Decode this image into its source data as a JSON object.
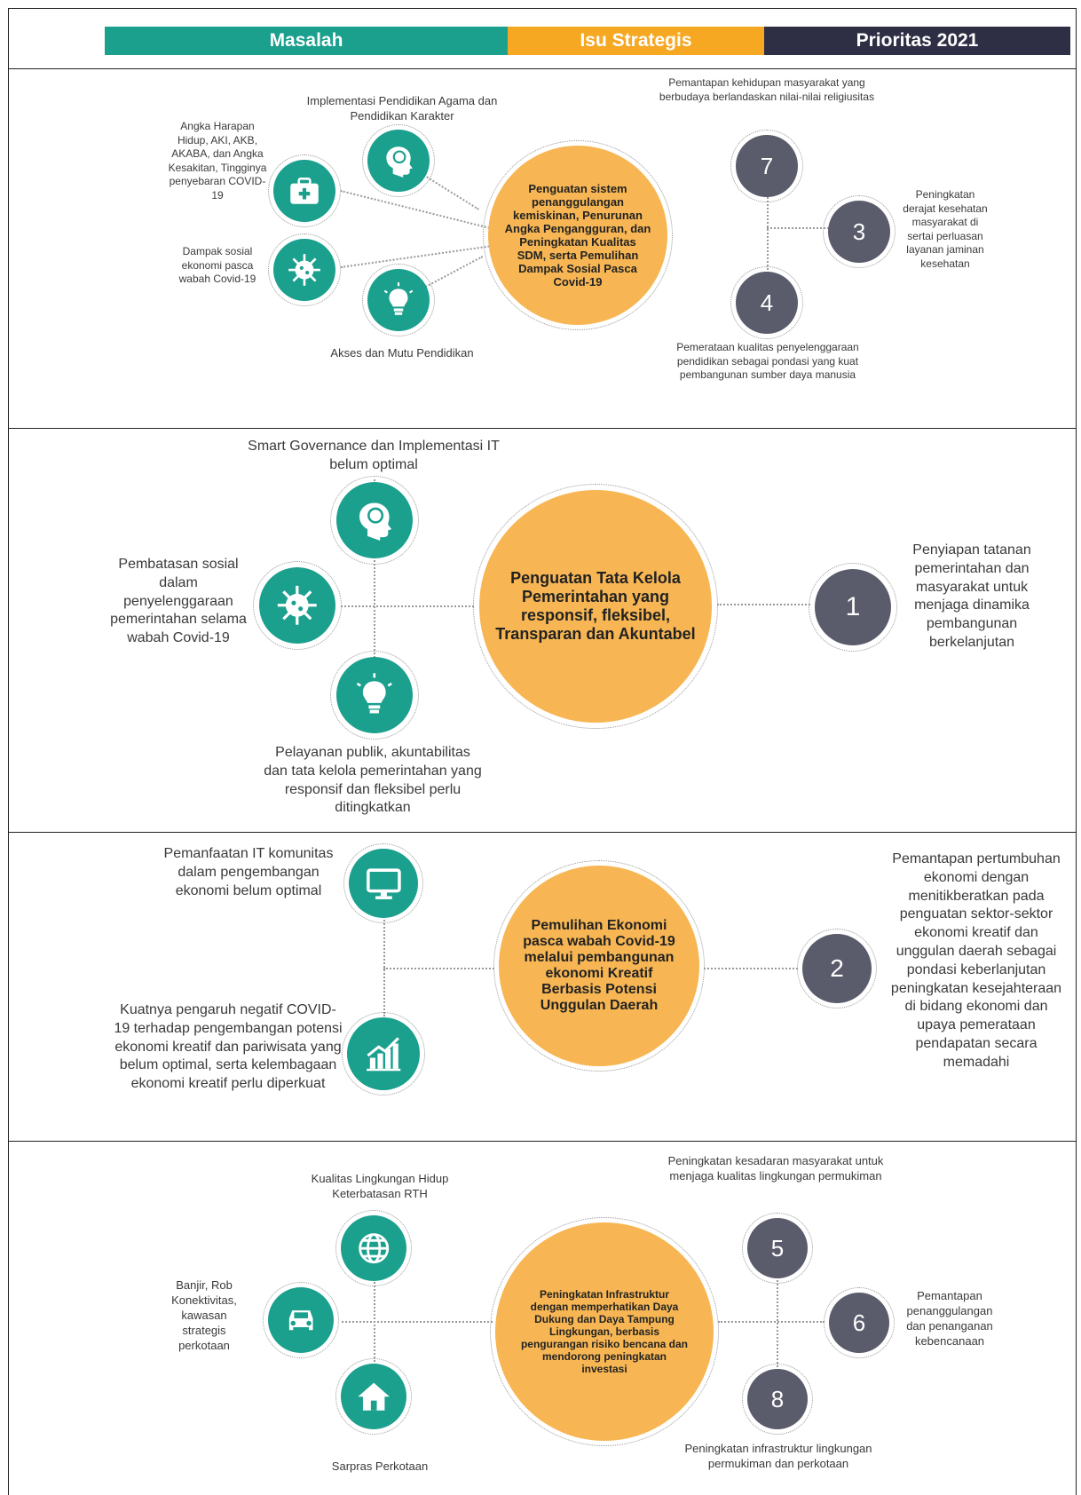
{
  "colors": {
    "teal": "#1ba08e",
    "orange": "#f7a823",
    "navy": "#2e2f45",
    "center": "#f7b653",
    "number": "#5a5b6b"
  },
  "header": {
    "masalah": "Masalah",
    "isu": "Isu Strategis",
    "prioritas": "Prioritas 2021"
  },
  "sections": [
    {
      "problems": [
        {
          "icon": "brain-icon",
          "text": "Implementasi Pendidikan Agama dan Pendidikan Karakter"
        },
        {
          "icon": "medical-kit-icon",
          "text": "Angka Harapan Hidup, AKI, AKB, AKABA, dan Angka Kesakitan, Tingginya penyebaran COVID-19"
        },
        {
          "icon": "virus-icon",
          "text": "Dampak sosial ekonomi pasca wabah Covid-19"
        },
        {
          "icon": "lightbulb-icon",
          "text": "Akses dan Mutu Pendidikan"
        }
      ],
      "issue": "Penguatan sistem penanggulangan kemiskinan, Penurunan Angka Pengangguran, dan Peningkatan Kualitas SDM, serta Pemulihan Dampak Sosial Pasca Covid-19",
      "priorities": [
        {
          "number": "7",
          "text": "Pemantapan kehidupan masyarakat yang berbudaya berlandaskan nilai-nilai religiusitas"
        },
        {
          "number": "3",
          "text": "Peningkatan derajat kesehatan masyarakat di sertai perluasan layanan jaminan kesehatan"
        },
        {
          "number": "4",
          "text": "Pemerataan kualitas penyelenggaraan pendidikan sebagai pondasi yang kuat pembangunan sumber daya manusia"
        }
      ]
    },
    {
      "problems": [
        {
          "icon": "brain-icon",
          "text": "Smart Governance dan Implementasi IT belum optimal"
        },
        {
          "icon": "virus-icon",
          "text": "Pembatasan sosial dalam penyelenggaraan pemerintahan selama wabah Covid-19"
        },
        {
          "icon": "lightbulb-icon",
          "text": "Pelayanan publik, akuntabilitas dan tata kelola pemerintahan yang responsif dan fleksibel perlu ditingkatkan"
        }
      ],
      "issue": "Penguatan Tata Kelola Pemerintahan yang responsif, fleksibel, Transparan dan Akuntabel",
      "priorities": [
        {
          "number": "1",
          "text": "Penyiapan tatanan pemerintahan dan masyarakat untuk menjaga dinamika pembangunan berkelanjutan"
        }
      ]
    },
    {
      "problems": [
        {
          "icon": "monitor-icon",
          "text": "Pemanfaatan IT komunitas dalam pengembangan ekonomi belum optimal"
        },
        {
          "icon": "growth-chart-icon",
          "text": "Kuatnya pengaruh negatif COVID-19 terhadap pengembangan potensi ekonomi kreatif dan pariwisata yang belum optimal, serta kelembagaan ekonomi kreatif perlu diperkuat"
        }
      ],
      "issue": "Pemulihan Ekonomi pasca wabah Covid-19 melalui pembangunan ekonomi Kreatif Berbasis Potensi Unggulan Daerah",
      "priorities": [
        {
          "number": "2",
          "text": "Pemantapan pertumbuhan ekonomi dengan menitikberatkan pada penguatan sektor-sektor ekonomi kreatif dan unggulan daerah sebagai pondasi keberlanjutan peningkatan kesejahteraan di bidang ekonomi dan upaya pemerataan pendapatan secara memadahi"
        }
      ]
    },
    {
      "problems": [
        {
          "icon": "globe-icon",
          "text": "Kualitas Lingkungan Hidup Keterbatasan RTH"
        },
        {
          "icon": "car-icon",
          "text": "Banjir, Rob Konektivitas, kawasan strategis perkotaan"
        },
        {
          "icon": "house-icon",
          "text": "Sarpras Perkotaan"
        }
      ],
      "issue": "Peningkatan Infrastruktur dengan memperhatikan Daya Dukung dan Daya Tampung Lingkungan, berbasis pengurangan risiko bencana dan mendorong peningkatan investasi",
      "priorities": [
        {
          "number": "5",
          "text": "Peningkatan kesadaran masyarakat untuk menjaga kualitas lingkungan permukiman"
        },
        {
          "number": "6",
          "text": "Pemantapan penanggulangan dan penanganan kebencanaan"
        },
        {
          "number": "8",
          "text": "Peningkatan infrastruktur lingkungan permukiman dan perkotaan"
        }
      ]
    }
  ]
}
